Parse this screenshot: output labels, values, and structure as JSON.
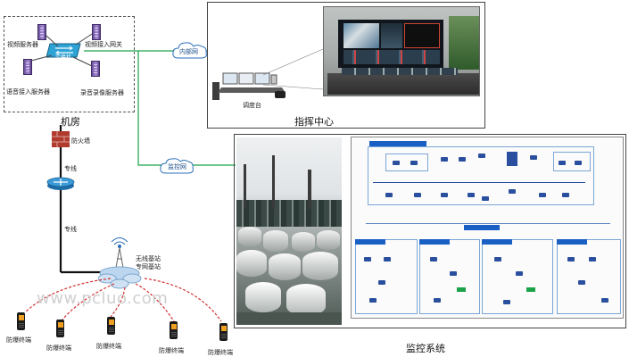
{
  "labels": {
    "monitor_server": "视频服务器",
    "video_gateway": "视频接入网关",
    "switch": "交换机",
    "voice_server": "语音接入服务器",
    "recording_server": "录音录像服务器",
    "machine_room": "机房",
    "internal_network": "内部网",
    "dispatch_desk": "调度台",
    "command_center": "指挥中心",
    "firewall": "防火墙",
    "dedicated_line_top": "专线",
    "dedicated_line_bottom": "专线",
    "monitoring_network": "监控网",
    "base_station": "无线基站\n专网基站",
    "terminals": [
      "防爆终端",
      "防爆终端",
      "防爆终端",
      "防爆终端",
      "防爆终端"
    ],
    "monitoring_system": "监控系统"
  },
  "watermark": "www.pcluo.com",
  "colors": {
    "green_link": "#1ca34a",
    "wireless_link": "#d23030",
    "system_blue": "#1a5fc4"
  }
}
